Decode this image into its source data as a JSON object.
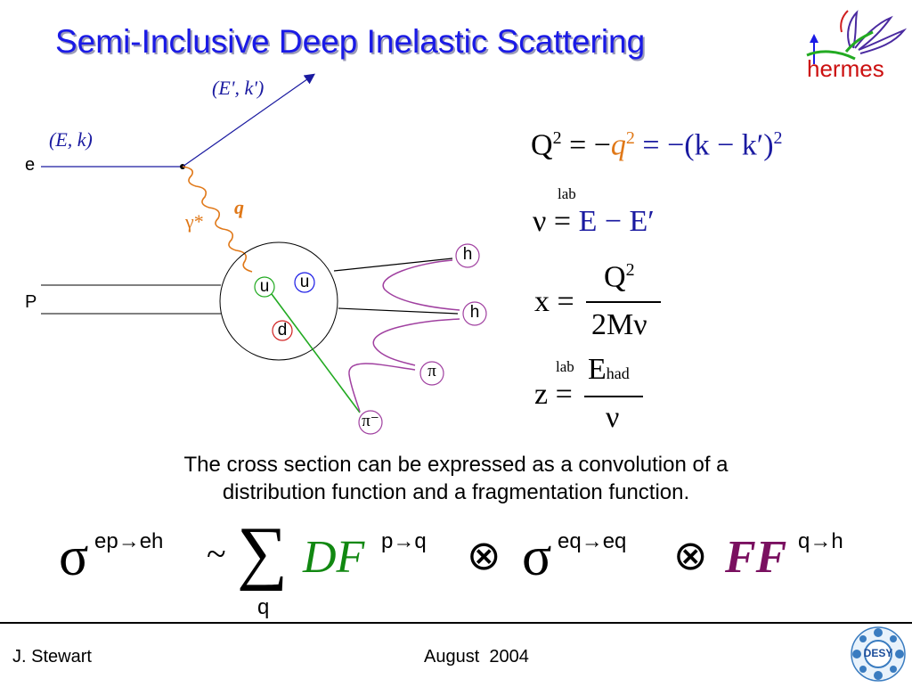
{
  "title": "Semi-Inclusive Deep Inelastic Scattering",
  "logo": {
    "text": "hermes"
  },
  "diagram": {
    "e_label": "e",
    "p_label": "P",
    "incoming_label": "(E, k)",
    "outgoing_label": "(E', k')",
    "photon_label": "γ*",
    "q_label": "q",
    "quarks": [
      "u",
      "u",
      "d"
    ],
    "hadrons": [
      "h",
      "h",
      "π",
      "π⁻"
    ]
  },
  "equations": {
    "q2": {
      "lhs": "Q",
      "lhs_sup": "2",
      "mid": "= −",
      "q": "q",
      "q_sup": "2",
      "rhs": "= −(k − k′)",
      "rhs_sup": "2"
    },
    "nu": {
      "note": "lab",
      "lhs": "ν =",
      "rhs": "E − E′"
    },
    "x": {
      "lhs": "x =",
      "num": "Q",
      "num_sup": "2",
      "den": "2Mν"
    },
    "z": {
      "note": "lab",
      "lhs": "z =",
      "num": "E",
      "num_sub": "had",
      "den": "ν"
    }
  },
  "caption": {
    "line1": "The cross section can be expressed as a convolution of a",
    "line2": "distribution function and a fragmentation function."
  },
  "formula": {
    "sigma": "σ",
    "sup1": "ep→eh",
    "tilde": "~",
    "sum": "∑",
    "sum_sub": "q",
    "df": "DF",
    "df_sup": "p→q",
    "otimes": "⊗",
    "sup2": "eq→eq",
    "ff": "FF",
    "ff_sup": "q→h"
  },
  "footer": {
    "author": "J. Stewart",
    "date": "August  2004",
    "desy": "DESY"
  },
  "colors": {
    "title": "#1a1ae6",
    "photon": "#e07818",
    "quark_line": "#22aa22",
    "fragment": "#a040a0",
    "df": "#118811",
    "ff": "#7a1060"
  }
}
